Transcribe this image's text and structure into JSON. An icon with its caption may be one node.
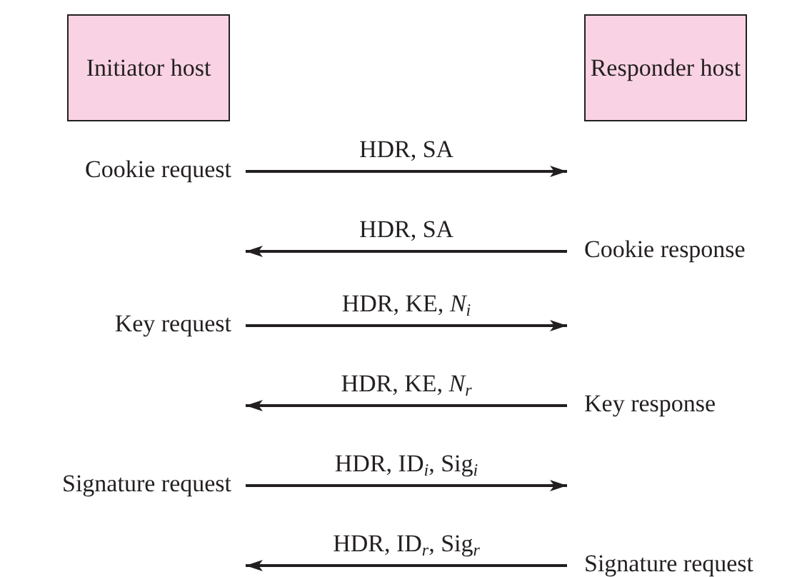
{
  "diagram": {
    "nodes": [
      {
        "text": [
          "Initiator host"
        ]
      },
      {
        "text": [
          "Responder host"
        ]
      },
      {
        "text": [
          "Cookie request"
        ]
      },
      {
        "text": [
          "Cookie response"
        ]
      },
      {
        "text": [
          "Key request"
        ]
      },
      {
        "text": [
          "Key response"
        ]
      },
      {
        "text": [
          "Signature request"
        ]
      },
      {
        "text": [
          "Signature request"
        ]
      }
    ],
    "edges": [
      {
        "from": 2,
        "to": null,
        "arrow": "to",
        "label": "HDR, SA"
      },
      {
        "from": 3,
        "to": null,
        "arrow": "to",
        "label": "HDR, SA"
      },
      {
        "from": 4,
        "to": null,
        "arrow": "to",
        "label": "HDR, KE, *N*$_{i}$"
      },
      {
        "from": 5,
        "to": null,
        "arrow": "to",
        "label": "HDR, KE, *N*$_{r}$"
      },
      {
        "from": 6,
        "to": null,
        "arrow": "to",
        "label": "HDR, ID$_{i}$, Sig$_{i}$"
      },
      {
        "from": 7,
        "to": null,
        "arrow": "to",
        "label": "HDR, ID$_{r}$, Sig$_{r}$"
      }
    ]
  }
}
